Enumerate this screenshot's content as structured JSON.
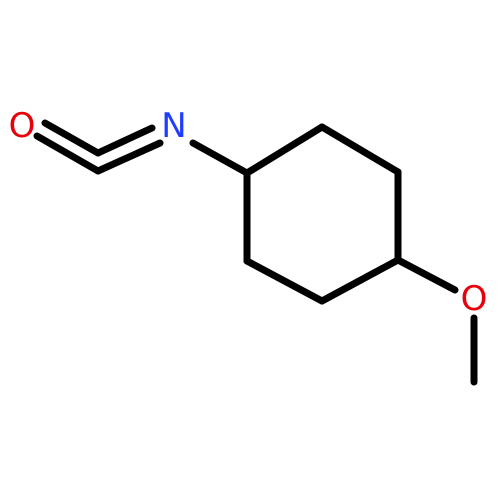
{
  "molecule": {
    "atoms": {
      "oxygen_isocyanate": {
        "symbol": "O",
        "color": "#e8000b"
      },
      "nitrogen": {
        "symbol": "N",
        "color": "#1f3cff"
      },
      "oxygen_methoxy": {
        "symbol": "O",
        "color": "#e8000b"
      }
    },
    "bond_color": "#000000"
  }
}
